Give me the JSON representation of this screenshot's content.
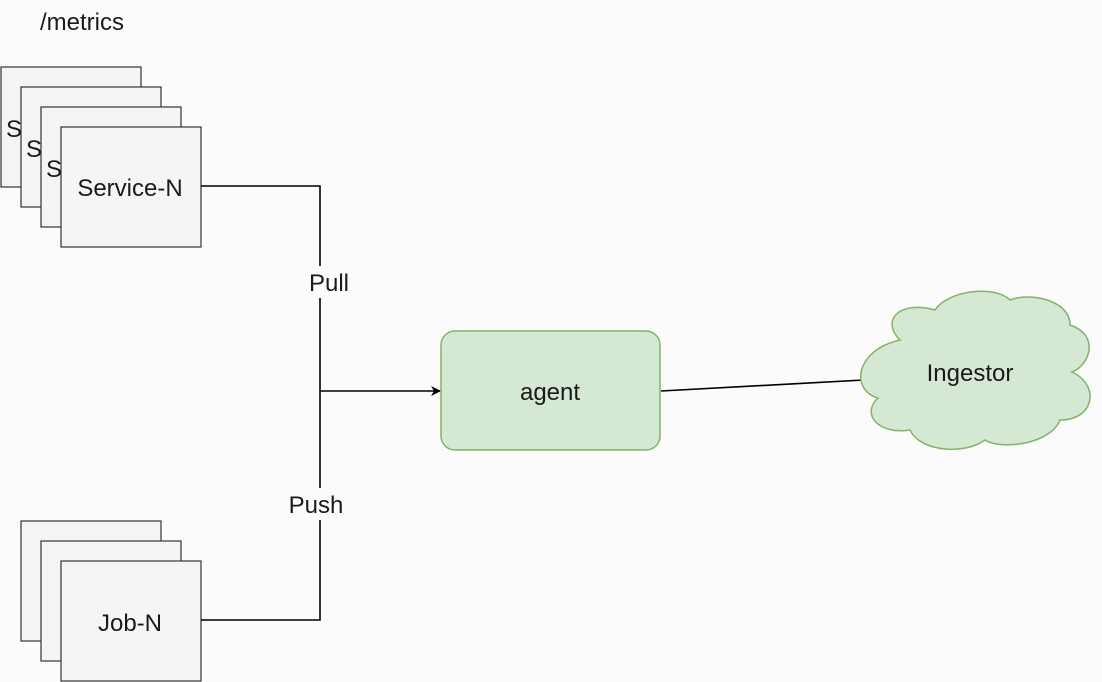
{
  "metrics_label": "/metrics",
  "services": {
    "stack_labels": [
      "S",
      "S",
      "S"
    ],
    "front_label": "Service-N"
  },
  "jobs": {
    "front_label": "Job-N"
  },
  "edges": {
    "pull_label": "Pull",
    "push_label": "Push"
  },
  "agent": {
    "label": "agent",
    "fill": "#d5e8d4",
    "stroke": "#82b366"
  },
  "ingestor": {
    "label": "Ingestor",
    "fill": "#d5e8d4",
    "stroke": "#82b366"
  }
}
